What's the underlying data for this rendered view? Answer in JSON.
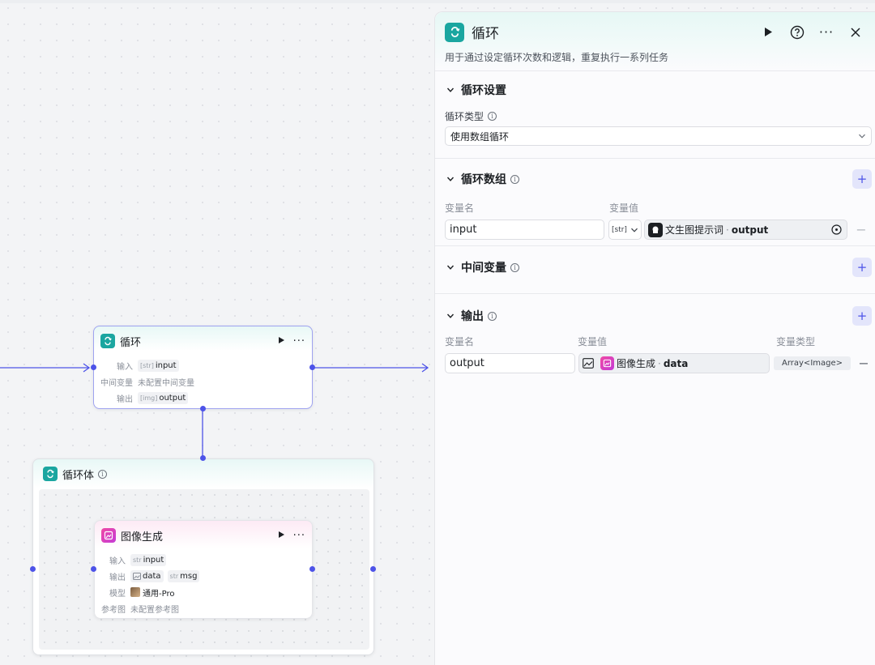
{
  "loop_node": {
    "title": "循环",
    "rows": [
      {
        "label": "输入",
        "tag_type": "[str]",
        "value": "input"
      },
      {
        "label": "中间变量",
        "value": "未配置中间变量"
      },
      {
        "label": "输出",
        "tag_type": "[img]",
        "value": "output"
      }
    ]
  },
  "loop_body": {
    "title": "循环体"
  },
  "image_node": {
    "title": "图像生成",
    "input_label": "输入",
    "input_type": "str",
    "input_value": "input",
    "output_label": "输出",
    "output_value1": "data",
    "output_type2": "str",
    "output_value2": "msg",
    "model_label": "模型",
    "model_value": "通用-Pro",
    "ref_label": "参考图",
    "ref_value": "未配置参考图"
  },
  "panel": {
    "title": "循环",
    "description": "用于通过设定循环次数和逻辑，重复执行一系列任务",
    "loop_settings": {
      "title": "循环设置",
      "type_label": "循环类型",
      "type_value": "使用数组循环"
    },
    "loop_array": {
      "title": "循环数组",
      "col_name": "变量名",
      "col_value": "变量值",
      "var_name": "input",
      "var_type": "[str]",
      "ref_node": "文生图提示词",
      "ref_field": "output"
    },
    "intermediate": {
      "title": "中间变量"
    },
    "output": {
      "title": "输出",
      "col_name": "变量名",
      "col_value": "变量值",
      "col_type": "变量类型",
      "var_name": "output",
      "ref_node": "图像生成",
      "ref_field": "data",
      "var_type": "Array<Image>"
    }
  },
  "colors": {
    "accent": "#4d53e8",
    "loop_icon": "#1aa6a0",
    "image_icon": "#e446b0"
  }
}
